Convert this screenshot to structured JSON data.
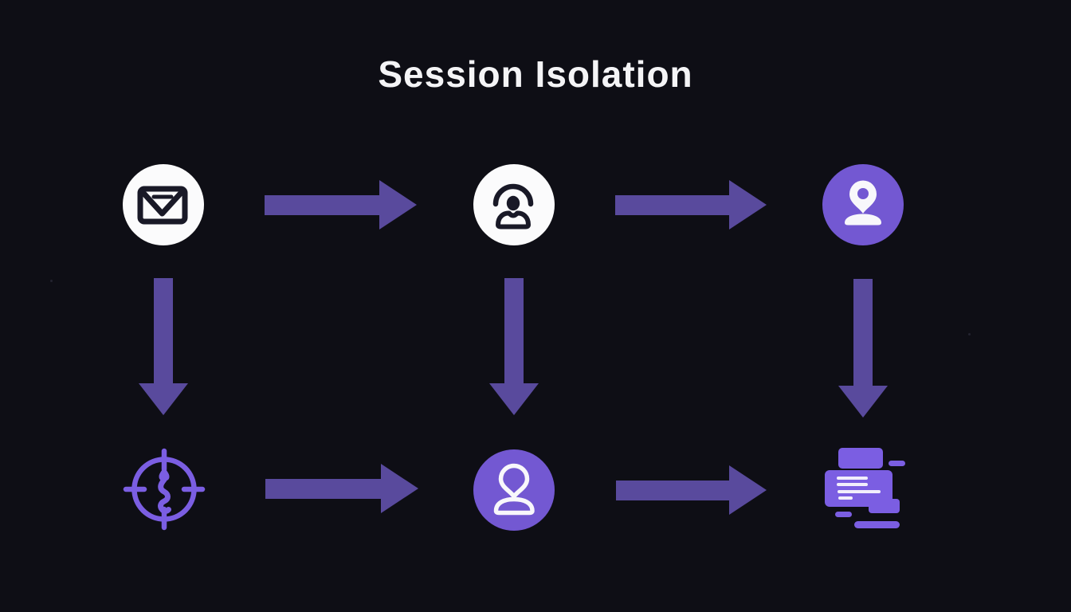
{
  "title": "Session Isolation",
  "colors": {
    "background": "#0e0e15",
    "title_color": "#f4f4f6",
    "arrow_color": "#594a9d",
    "node_circle_white": "#fbfbfc",
    "node_circle_purple": "#7358d2",
    "icon_dark": "#191927",
    "icon_bright_purple": "#7b5ee2",
    "icon_white": "#f2eefc"
  },
  "nodes": [
    {
      "id": "email",
      "icon": "mail-icon",
      "row": 1,
      "col": 1,
      "style": "white-circle"
    },
    {
      "id": "agent",
      "icon": "user-arc-icon",
      "row": 1,
      "col": 2,
      "style": "white-circle"
    },
    {
      "id": "located-user",
      "icon": "location-user-icon",
      "row": 1,
      "col": 3,
      "style": "purple-circle"
    },
    {
      "id": "compass",
      "icon": "compass-route-icon",
      "row": 2,
      "col": 1,
      "style": "outline"
    },
    {
      "id": "session-user",
      "icon": "location-user-outline-icon",
      "row": 2,
      "col": 2,
      "style": "purple-circle"
    },
    {
      "id": "printer",
      "icon": "printer-documents-icon",
      "row": 2,
      "col": 3,
      "style": "flat"
    }
  ],
  "connections": [
    {
      "from": "email",
      "to": "agent",
      "direction": "right"
    },
    {
      "from": "agent",
      "to": "located-user",
      "direction": "right"
    },
    {
      "from": "email",
      "to": "compass",
      "direction": "down"
    },
    {
      "from": "agent",
      "to": "session-user",
      "direction": "down"
    },
    {
      "from": "located-user",
      "to": "printer",
      "direction": "down"
    },
    {
      "from": "compass",
      "to": "session-user",
      "direction": "right"
    },
    {
      "from": "session-user",
      "to": "printer",
      "direction": "right"
    }
  ]
}
